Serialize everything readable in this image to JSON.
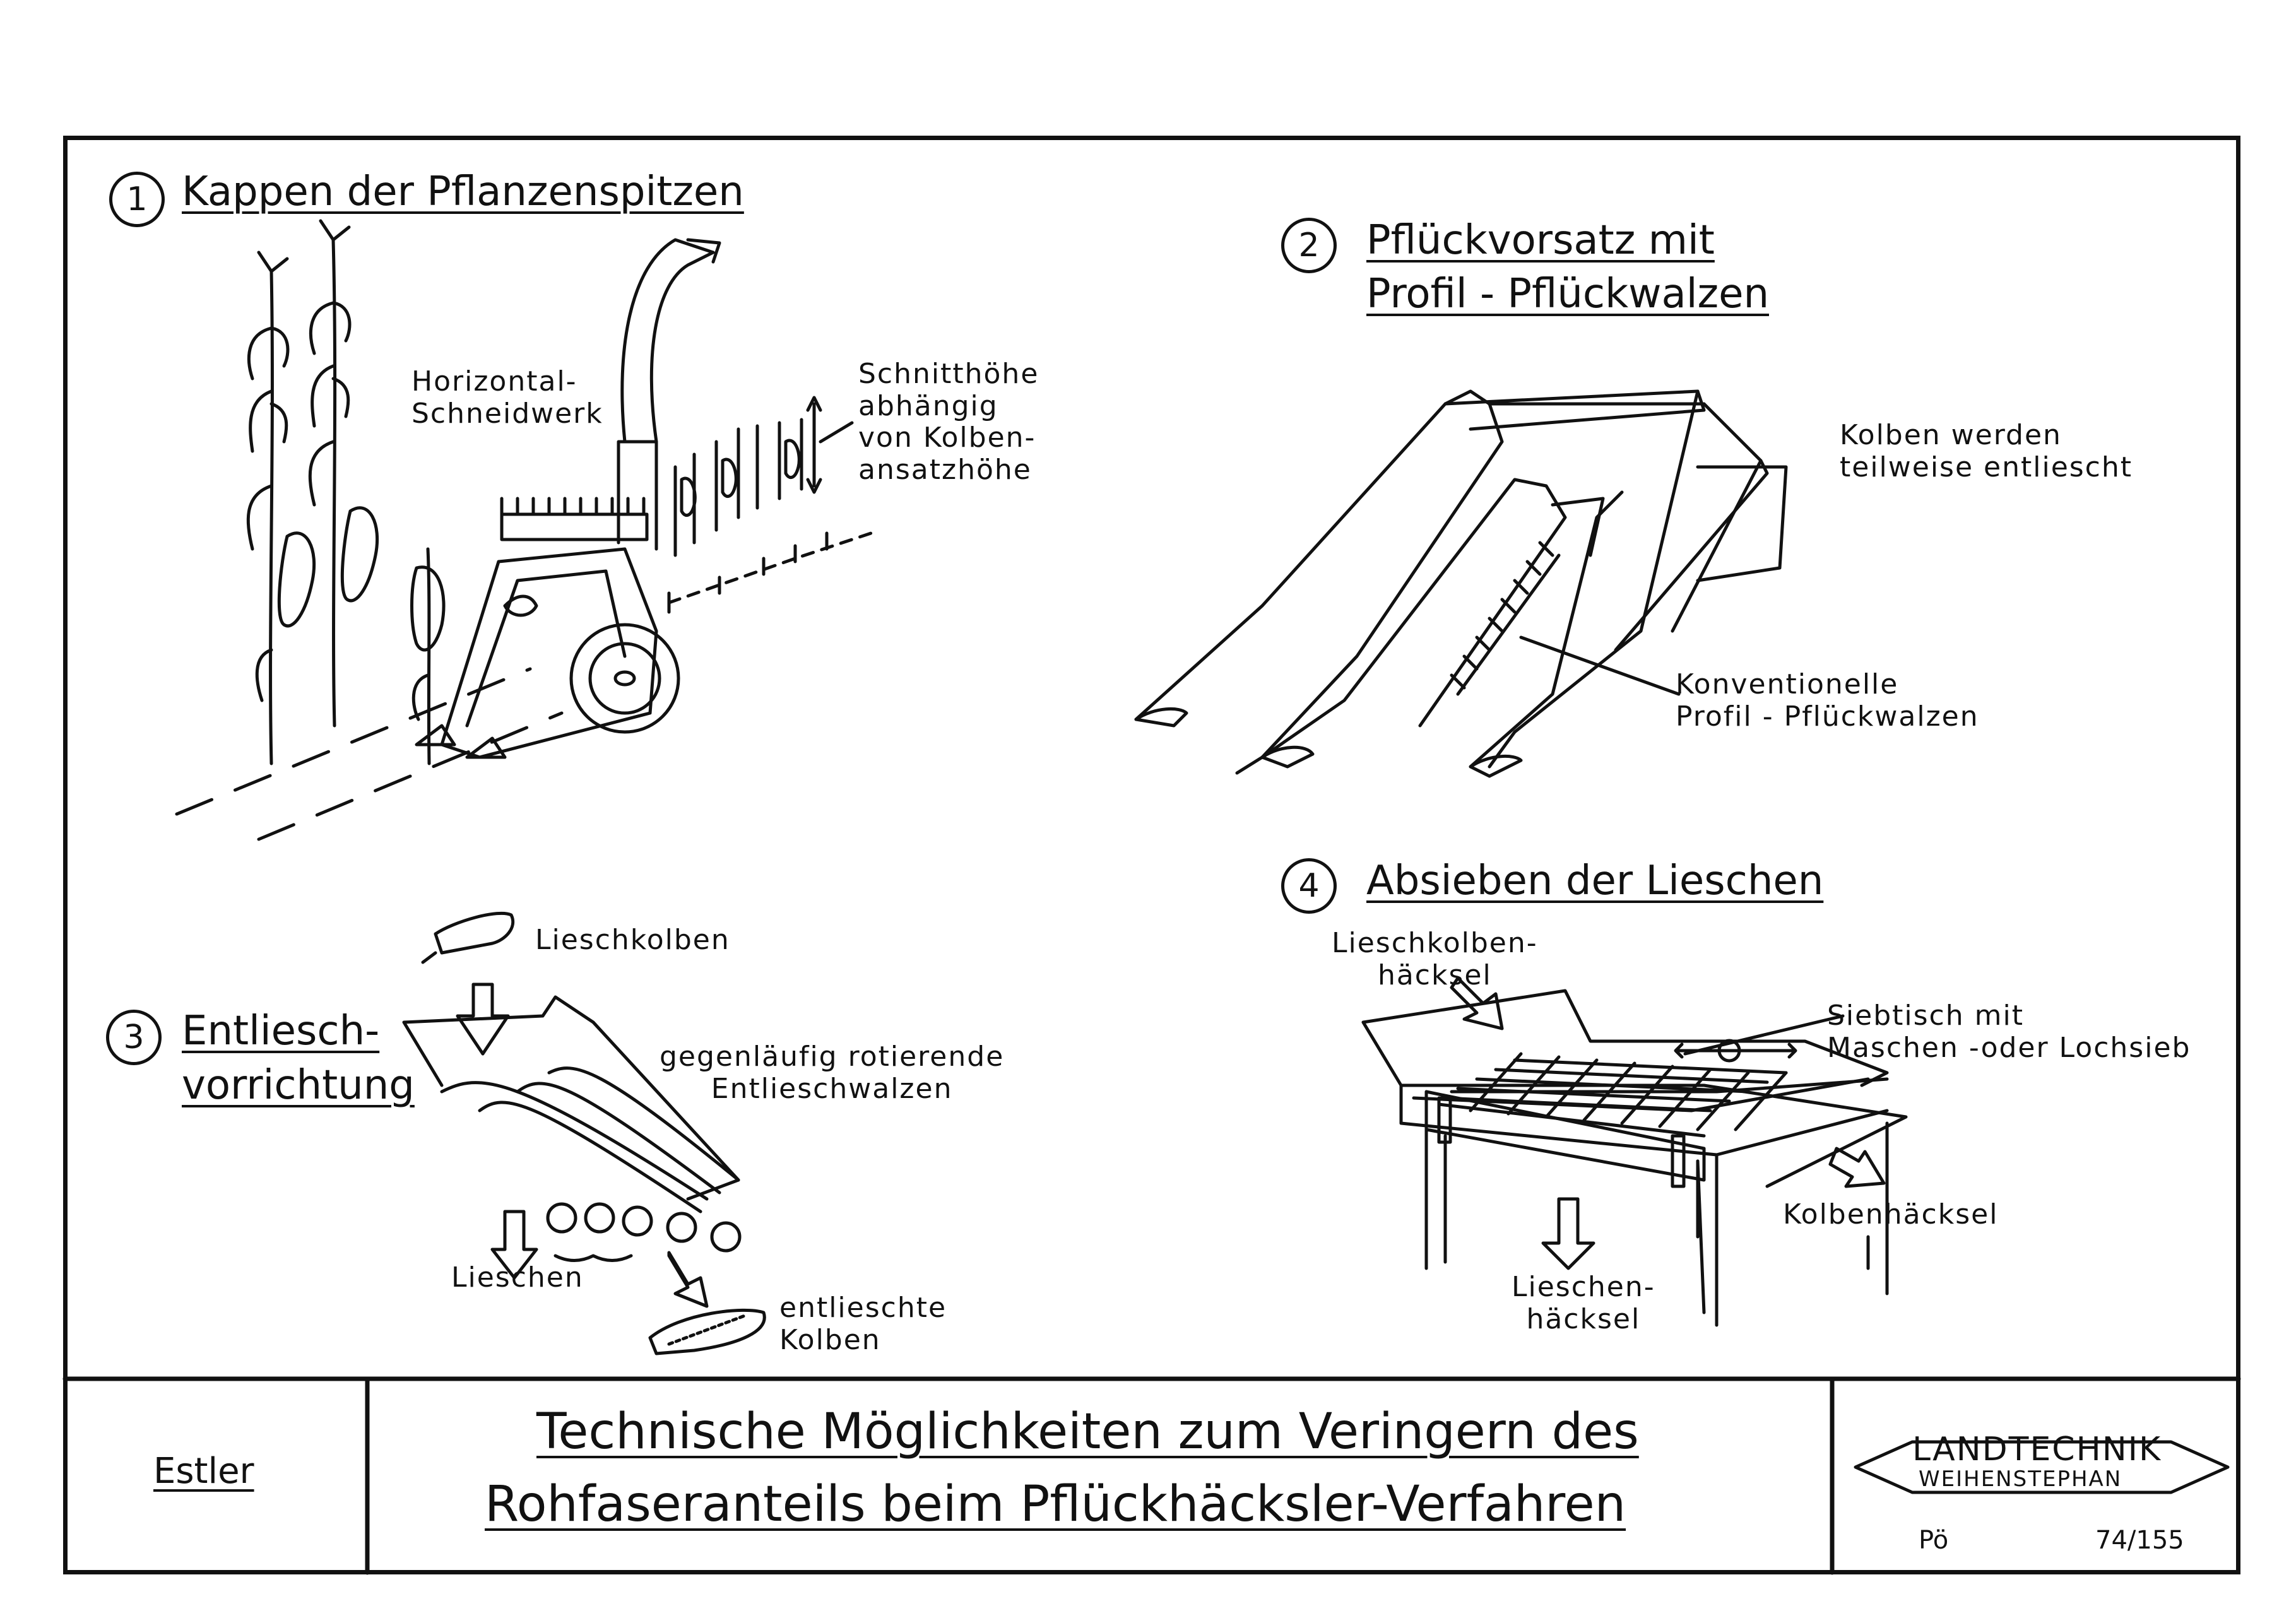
{
  "sections": [
    {
      "number": "1",
      "heading": "Kappen der Pflanzenspitzen",
      "labels": {
        "cutter": "Horizontal-\nSchneidwerk",
        "height": "Schnitthöhe\nabhängig\nvon Kolben-\nansatzhöhe"
      }
    },
    {
      "number": "2",
      "heading_line1": "Pflückvorsatz mit",
      "heading_line2": "Profil - Pflückwalzen",
      "labels": {
        "husked": "Kolben werden\nteilweise entliescht",
        "rollers": "Konventionelle\nProfil - Pflückwalzen"
      }
    },
    {
      "number": "3",
      "heading_line1": "Entliesch-",
      "heading_line2": "vorrichtung",
      "labels": {
        "ear_in": "Lieschkolben",
        "rollers": "gegenläufig rotierende\nEntlieschwalzen",
        "husks": "Lieschen",
        "ear_out": "entlieschte\nKolben"
      }
    },
    {
      "number": "4",
      "heading": "Absieben der Lieschen",
      "labels": {
        "input": "Lieschkolben-\nhäcksel",
        "sieve": "Siebtisch mit\nMaschen -oder Lochsieb",
        "ears_out": "Kolbenhäcksel",
        "husks_out": "Lieschen-\nhäcksel"
      }
    }
  ],
  "footer": {
    "author": "Estler",
    "title_line1": "Technische Möglichkeiten zum Veringern des",
    "title_line2": "Rohfaseranteils beim Pflückhäcksler-Verfahren",
    "logo_line1": "LANDTECHNIK",
    "logo_line2": "WEIHENSTEPHAN",
    "initials": "Pö",
    "sheet_number": "74/155"
  }
}
